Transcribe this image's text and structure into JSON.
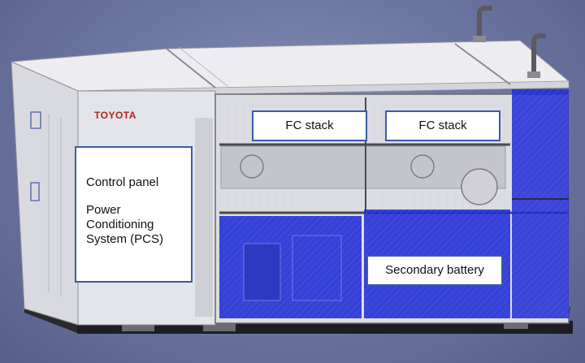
{
  "logo": {
    "text": "TOYOTA",
    "color": "#b22222"
  },
  "labels": {
    "control_panel": "Control panel",
    "pcs_line1": "Power",
    "pcs_line2": "Conditioning",
    "pcs_line3": "System (PCS)",
    "fc_stack_left": "FC stack",
    "fc_stack_right": "FC stack",
    "secondary_battery": "Secondary battery"
  },
  "colors": {
    "battery_fill": "#1f2bd6",
    "enclosure": "#e3e4e8",
    "label_border": "#3a5aa8",
    "background": "#6f7aa4"
  }
}
